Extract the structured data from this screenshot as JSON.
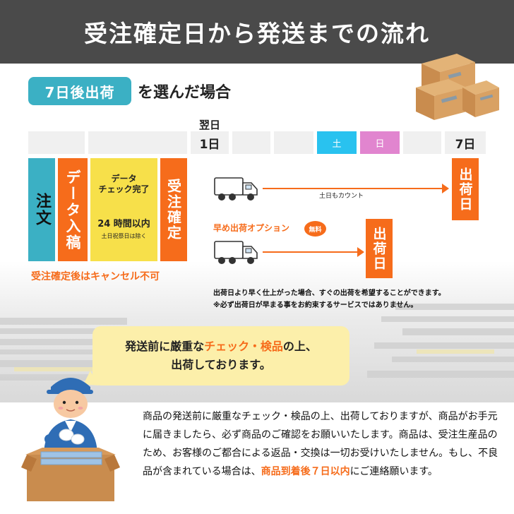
{
  "header": {
    "title": "受注確定日から発送までの流れ"
  },
  "section": {
    "badge": "7日後出荷",
    "subtitle": "を選んだ場合"
  },
  "timeline": {
    "next_day_label": "翌日",
    "day1": "1日",
    "saturday": "土",
    "sunday": "日",
    "day7": "7日"
  },
  "process": {
    "order": "注文",
    "data_entry": "データ入稿",
    "check_line1": "データ",
    "check_line2": "チェック完了",
    "check_hours": "24 時間以内",
    "check_note": "土日祝祭日は除く",
    "confirm": "受注確定"
  },
  "cancel_note": "受注確定後はキャンセル不可",
  "shipping": {
    "weekend_note": "土日もカウント",
    "ship_label": "出荷日",
    "early_option": "早め出荷オプション",
    "free_badge": "無料",
    "early_note_line1": "出荷日より早く仕上がった場合、すぐの出荷を希望することができます。",
    "early_note_line2": "※必ず出荷日が早まる事をお約束するサービスではありません。"
  },
  "callout": {
    "l1_pre": "発送前に厳重な",
    "l1_hl": "チェック・検品",
    "l1_post": "の上、",
    "l2": "出荷しております。"
  },
  "description": {
    "text_pre": "商品の発送前に厳重なチェック・検品の上、出荷しておりますが、商品がお手元に届きましたら、必ず商品のご確認をお願いいたします。商品は、受注生産品のため、お客様のご都合による返品・交換は一切お受けいたしません。もし、不良品が含まれている場合は、",
    "text_hl": "商品到着後７日以内",
    "text_post": "にご連絡願います。"
  },
  "colors": {
    "header_bg": "#4a4a4a",
    "teal": "#3bb0c4",
    "orange": "#f66c1b",
    "yellow": "#f7e04a",
    "saturday": "#29c2ef",
    "sunday": "#e185cf",
    "callout_bg": "#fcefaa"
  },
  "icons": [
    "cardboard-boxes-icon",
    "truck-icon",
    "worker-icon"
  ]
}
